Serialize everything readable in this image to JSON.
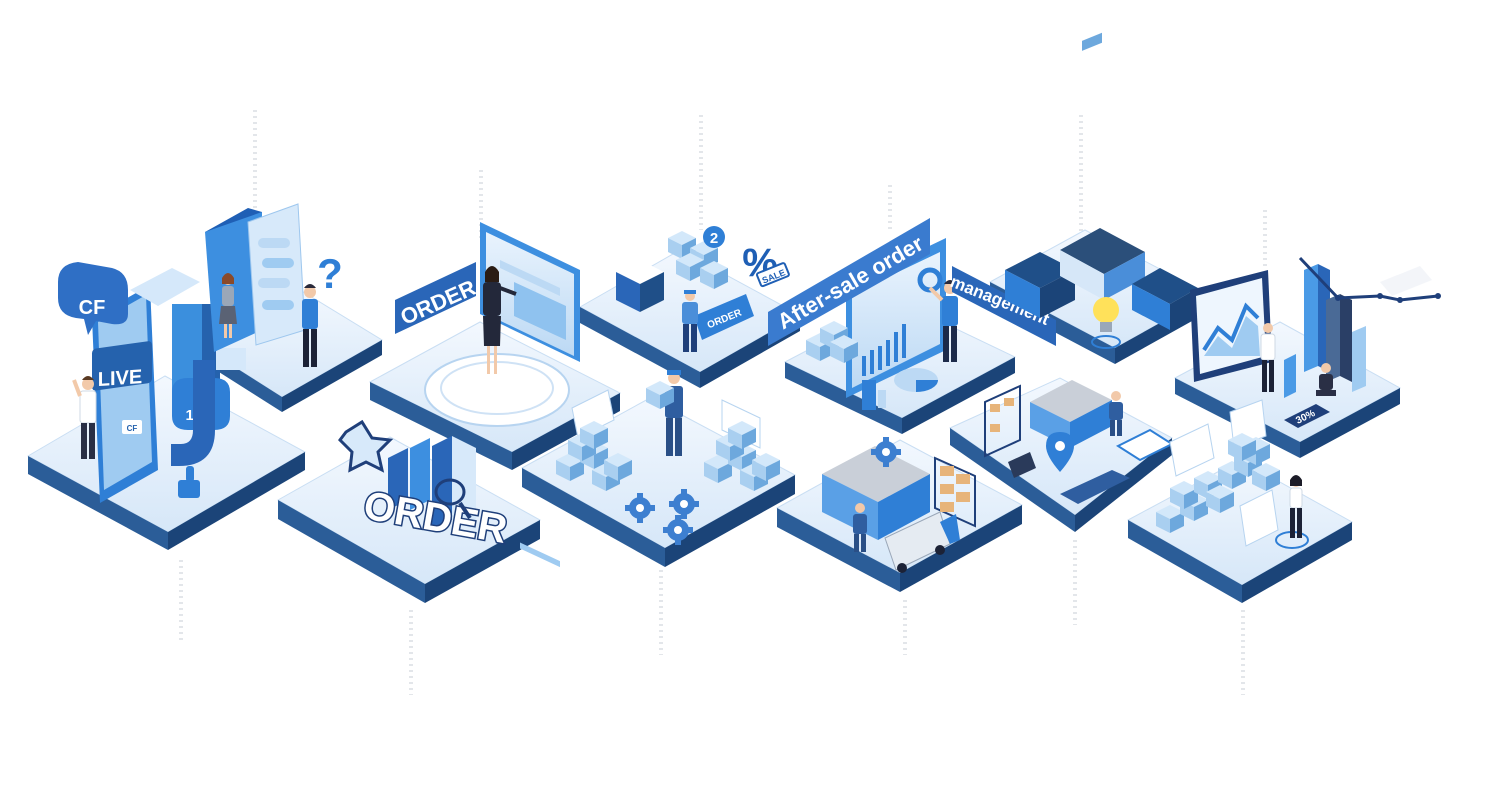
{
  "illustration": {
    "live_stream": {
      "cf_bubble": "CF",
      "live_label": "LIVE",
      "screen_badge": "CF",
      "followers_bubble": "10k"
    },
    "order_tiles": {
      "order_banner": "ORDER",
      "order_letters_3d": "ORDER",
      "order_tablet": "ORDER"
    },
    "promotions": {
      "notification_count": "2",
      "percent_sign": "%",
      "sale_tag": "SALE"
    },
    "after_sale": {
      "banner": "After-sale order",
      "management": "management"
    },
    "analytics": {
      "discount_label": "30%"
    }
  },
  "colors": {
    "platform_top": "#e6f1fc",
    "platform_side": "#1f4f88",
    "primary": "#2f7fd6",
    "dark": "#1f3f7a",
    "light": "#b9d8f3",
    "box": "#a9cff0",
    "box_dark": "#5f9fd6"
  }
}
